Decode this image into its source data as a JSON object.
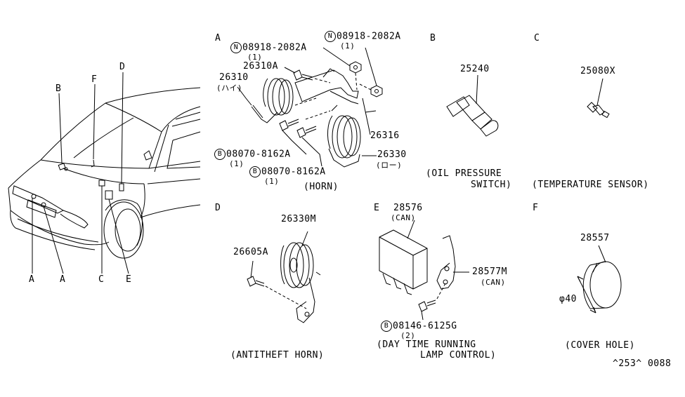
{
  "sections": {
    "A": "A",
    "B": "B",
    "C": "C",
    "D": "D",
    "E": "E",
    "F": "F"
  },
  "car_callouts": [
    "B",
    "F",
    "D",
    "A",
    "A",
    "C",
    "E"
  ],
  "horn": {
    "nut_symbol": "N",
    "part_nut_1": "08918-2082A",
    "qty_nut_1": "(1)",
    "part_nut_2": "08918-2082A",
    "qty_nut_2": "(1)",
    "part_bracket": "26310A",
    "part_high": "26310",
    "high_label": "(ハイ)",
    "part_stay": "26316",
    "part_low": "26330",
    "low_label": "(ロー)",
    "bolt_symbol": "B",
    "part_bolt_1": "08070-8162A",
    "qty_bolt_1": "(1)",
    "part_bolt_2": "08070-8162A",
    "qty_bolt_2": "(1)",
    "caption": "(HORN)"
  },
  "oil": {
    "part": "25240",
    "caption_1": "(OIL PRESSURE",
    "caption_2": "SWITCH)"
  },
  "temp": {
    "part": "25080X",
    "caption": "(TEMPERATURE SENSOR)"
  },
  "antitheft": {
    "part_horn": "26330M",
    "part_bolt": "26605A",
    "caption": "(ANTITHEFT HORN)"
  },
  "drl": {
    "part_can": "28576",
    "can_label": "(CAN)",
    "part_bracket": "28577M",
    "bracket_label": "(CAN)",
    "bolt_symbol": "B",
    "part_bolt": "08146-6125G",
    "qty_bolt": "(2)",
    "caption_1": "(DAY TIME RUNNING",
    "caption_2": "LAMP CONTROL)"
  },
  "cover": {
    "part": "28557",
    "diameter": "φ40",
    "caption": "(COVER HOLE)"
  },
  "footer": {
    "code": "^253^ 0088"
  }
}
